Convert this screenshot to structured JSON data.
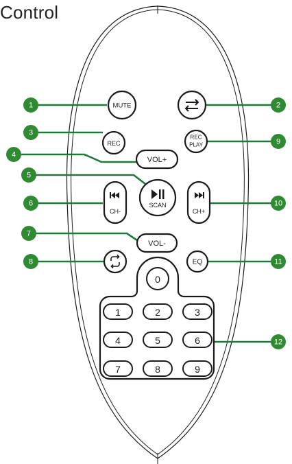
{
  "title": "Control",
  "buttons": {
    "mute": "MUTE",
    "rec": "REC",
    "vol_up": "VOL+",
    "play_pause_icon": "play-pause-icon",
    "scan": "SCAN",
    "prev_icon": "skip-back-icon",
    "ch_minus": "CH-",
    "next_icon": "skip-forward-icon",
    "ch_plus": "CH+",
    "vol_down": "VOL-",
    "eq": "EQ",
    "rec_play_1": "REC",
    "rec_play_2": "PLAY",
    "swap_icon": "swap-arrows-icon",
    "repeat_icon": "repeat-icon"
  },
  "keypad": [
    "0",
    "1",
    "2",
    "3",
    "4",
    "5",
    "6",
    "7",
    "8",
    "9"
  ],
  "callouts": [
    "1",
    "2",
    "3",
    "4",
    "5",
    "6",
    "7",
    "8",
    "9",
    "10",
    "11",
    "12"
  ],
  "colors": {
    "callout": "#2f8a33",
    "lead": "#1f7a3a",
    "outline": "#1a1a1a"
  }
}
